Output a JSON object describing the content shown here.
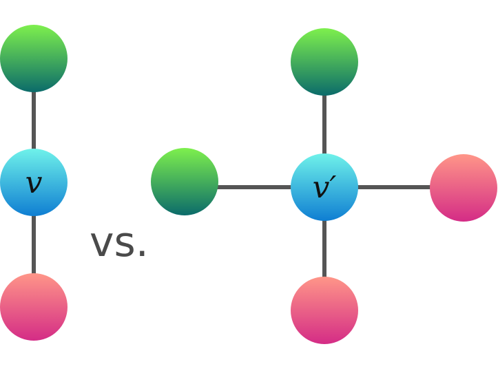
{
  "left_graph": {
    "center_label": "v",
    "neighbors": [
      "green",
      "pink"
    ]
  },
  "separator": {
    "text": "vs."
  },
  "right_graph": {
    "center_label": "v′",
    "neighbors": [
      "green",
      "green",
      "pink",
      "pink"
    ]
  },
  "colors": {
    "edge": "#555555",
    "green_top": "#7ef04d",
    "green_bottom": "#0b6b6a",
    "pink_top": "#ff9688",
    "pink_bottom": "#d42c86",
    "blue_top": "#6ff2ea",
    "blue_bottom": "#0f7ed2",
    "vs": "#4a4a4a"
  }
}
